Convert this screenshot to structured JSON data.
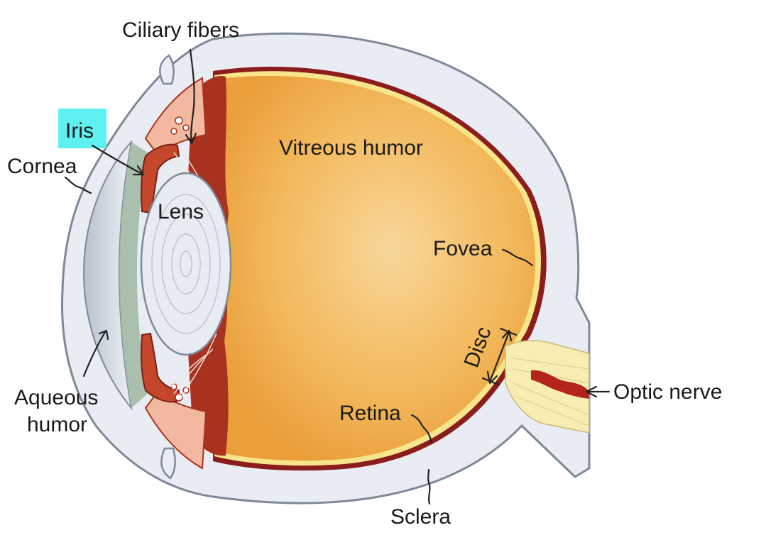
{
  "labels": {
    "ciliary_fibers": "Ciliary fibers",
    "iris": "Iris",
    "cornea": "Cornea",
    "vitreous_humor": "Vitreous humor",
    "lens": "Lens",
    "fovea": "Fovea",
    "disc": "Disc",
    "optic_nerve": "Optic nerve",
    "aqueous_humor_line1": "Aqueous",
    "aqueous_humor_line2": "humor",
    "retina": "Retina",
    "sclera": "Sclera"
  },
  "colors": {
    "vitreous": "#f2ae4e",
    "vitreous_light": "#f8d79a",
    "retina_line": "#8c1d1d",
    "retina_inner": "#f6e58a",
    "sclera": "#e9edf3",
    "sclera_edge": "#7d8899",
    "choroid": "#a8321f",
    "iris": "#c4472c",
    "lens": "#e8ecf2",
    "cornea_fill": "#cfd6df",
    "aqueous": "#9fb7a2",
    "optic_nerve": "#f7ecb2",
    "optic_vessel": "#b5231f",
    "iris_highlight": "#5ff0f2"
  }
}
